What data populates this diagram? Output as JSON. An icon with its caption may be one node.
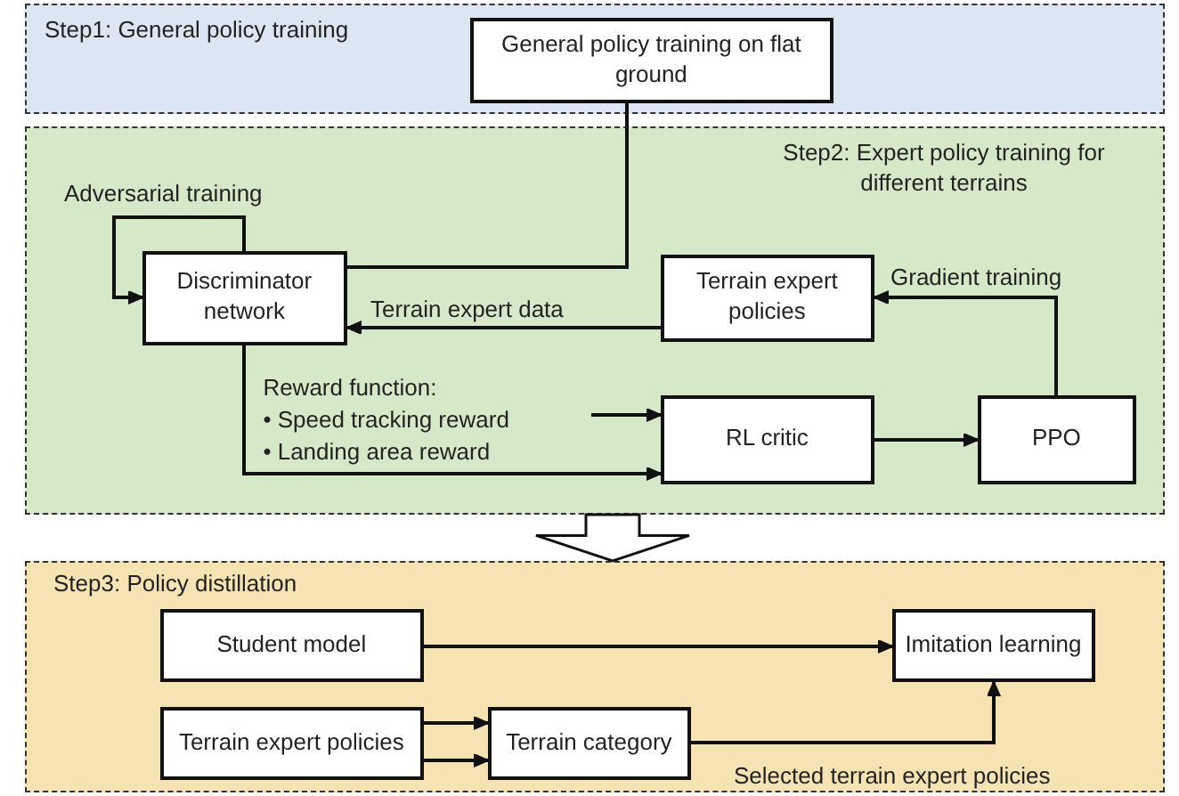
{
  "diagram": {
    "nodes": [
      {
        "text": [
          "Step1: General policy training"
        ]
      },
      {
        "text": [
          "General policy training on flat ground"
        ],
        "in": 0
      },
      {
        "text": [
          "Step2: Expert policy training for different terrains"
        ]
      },
      {
        "text": [
          "Discriminator network"
        ],
        "in": 2
      },
      {
        "text": [
          "Terrain expert policies"
        ],
        "in": 2
      },
      {
        "text": [
          "Reward function:",
          "• Speed tracking reward",
          "• Landing area reward"
        ],
        "in": 2
      },
      {
        "text": [
          "RL critic"
        ],
        "in": 2
      },
      {
        "text": [
          "PPO"
        ],
        "in": 2
      },
      {
        "text": [
          "Step3: Policy distillation"
        ]
      },
      {
        "text": [
          "Student model"
        ],
        "in": 8
      },
      {
        "text": [
          "Imitation learning"
        ],
        "in": 8
      },
      {
        "text": [
          "Terrain expert policies"
        ],
        "in": 8
      },
      {
        "text": [
          "Terrain category"
        ],
        "in": 8
      }
    ],
    "edges": [
      {
        "from": 1,
        "to": 3,
        "arrow": "none"
      },
      {
        "from": 3,
        "to": 3,
        "arrow": "to",
        "label": "Adversarial training"
      },
      {
        "from": 4,
        "to": 3,
        "arrow": "to",
        "label": "Terrain expert data"
      },
      {
        "from": 3,
        "to": 6,
        "arrow": "to"
      },
      {
        "from": 5,
        "to": 6,
        "arrow": "to"
      },
      {
        "from": 6,
        "to": 7,
        "arrow": "to"
      },
      {
        "from": 7,
        "to": 4,
        "arrow": "to",
        "label": "Gradient training"
      },
      {
        "from": 2,
        "to": 8,
        "arrow": "to",
        "style": "thick"
      },
      {
        "from": 9,
        "to": 10,
        "arrow": "to"
      },
      {
        "from": 11,
        "to": 12,
        "arrow": "to"
      },
      {
        "from": 11,
        "to": 12,
        "arrow": "to"
      },
      {
        "from": 12,
        "to": 10,
        "arrow": "to",
        "label": "Selected terrain expert policies"
      }
    ]
  }
}
